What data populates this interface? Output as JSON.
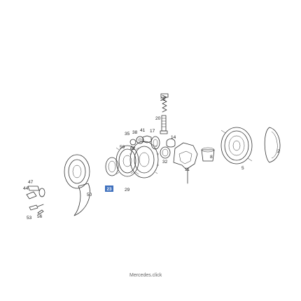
{
  "callouts": {
    "c2": "2",
    "c5": "5",
    "c8": "8",
    "c11": "11",
    "c14": "14",
    "c17": "17",
    "c20": "20",
    "c23": "23",
    "c26": "26",
    "c29": "29",
    "c32": "32",
    "c35": "35",
    "c38": "38",
    "c41": "41",
    "c44": "44",
    "c47": "47",
    "c50": "50",
    "c53": "53",
    "c56": "56",
    "c59": "59",
    "c62": "62"
  },
  "highlighted_callout": "23",
  "highlight_color": "#3d6fbd",
  "credit": "Mercedes.click"
}
